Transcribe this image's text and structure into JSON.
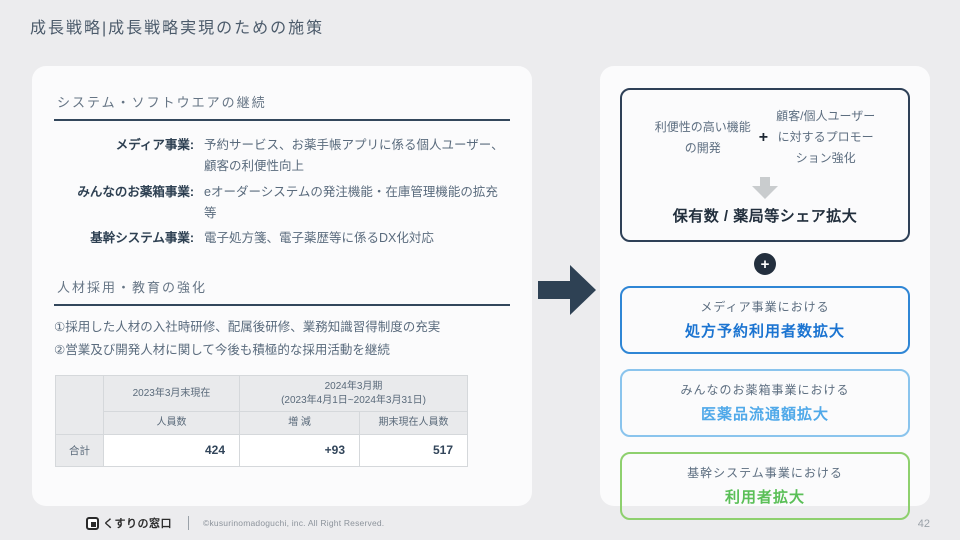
{
  "page": {
    "title": "成長戦略|成長戦略実現のための施策",
    "page_number": "42"
  },
  "left_card": {
    "system_section": {
      "title": "システム・ソフトウエアの継続",
      "rows": [
        {
          "label": "メディア事業:",
          "desc": "予約サービス、お薬手帳アプリに係る個人ユーザー、顧客の利便性向上"
        },
        {
          "label": "みんなのお薬箱事業:",
          "desc": "eオーダーシステムの発注機能・在庫管理機能の拡充 等"
        },
        {
          "label": "基幹システム事業:",
          "desc": "電子処方箋、電子薬歴等に係るDX化対応"
        }
      ]
    },
    "hr_section": {
      "title": "人材採用・教育の強化",
      "points": [
        "①採用した人材の入社時研修、配属後研修、業務知識習得制度の充実",
        "②営業及び開発人材に関して今後も積極的な採用活動を継続"
      ],
      "table": {
        "header_2023": "2023年3月末現在",
        "header_2024_line1": "2024年3月期",
        "header_2024_line2": "(2023年4月1日~2024年3月31日)",
        "sub_headers": [
          "人員数",
          "増 減",
          "期末現在人員数"
        ],
        "row_label": "合計",
        "values": [
          "424",
          "+93",
          "517"
        ]
      }
    }
  },
  "right_card": {
    "formula": {
      "left_lines": [
        "利便性の高い機能",
        "の開発"
      ],
      "plus": "+",
      "right_lines": [
        "顧客/個人ユーザー",
        "に対するプロモー",
        "ション強化"
      ],
      "result": "保有数 / 薬局等シェア拡大"
    },
    "plus_badge": "+",
    "outcomes": [
      {
        "context": "メディア事業における",
        "goal": "処方予約利用者数拡大",
        "border_color": "#2f86d5",
        "text_color": "#1b74d1"
      },
      {
        "context": "みんなのお薬箱事業における",
        "goal": "医薬品流通額拡大",
        "border_color": "#8ac4ed",
        "text_color": "#50a9e9"
      },
      {
        "context": "基幹システム事業における",
        "goal": "利用者拡大",
        "border_color": "#8ed06e",
        "text_color": "#5abf57"
      }
    ]
  },
  "footer": {
    "logo_text": "くすりの窓口",
    "copyright": "©kusurinomadoguchi, inc. All Right Reserved."
  },
  "colors": {
    "background": "#ececee",
    "card": "#fbfbfc",
    "accent_navy": "#33475c",
    "arrow_navy": "#2e4154",
    "gray_arrow": "#c9ccce",
    "table_header_bg": "#e9eaec"
  }
}
